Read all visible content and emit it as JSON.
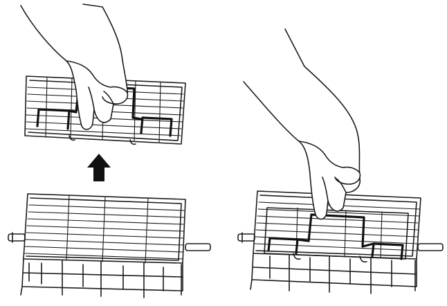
{
  "figure": {
    "panels": [
      {
        "name": "remove-top-grill",
        "action": "lift"
      },
      {
        "name": "place-food-in-basket",
        "action": "insert"
      }
    ],
    "arrow_direction": "up",
    "icons": [
      "hand-icon",
      "up-arrow-icon",
      "rotisserie-basket-icon",
      "wire-grill-icon",
      "spit-rod-icon"
    ],
    "colors": {
      "line": "#1a1a1a",
      "background": "#ffffff",
      "arrow": "#111111"
    }
  }
}
